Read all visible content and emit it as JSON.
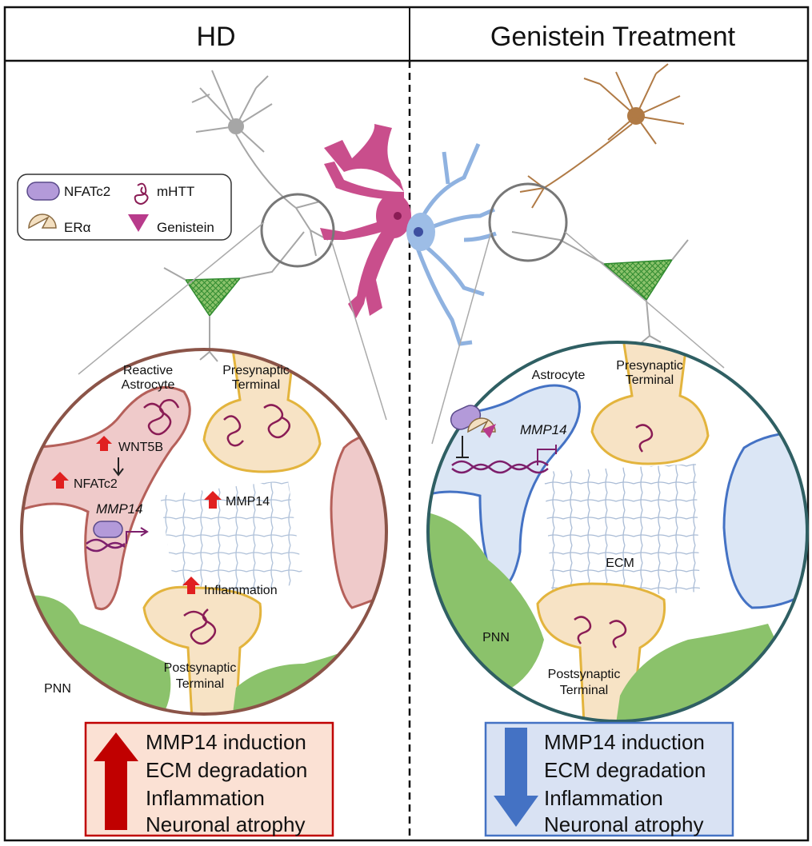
{
  "panels": {
    "left": {
      "title": "HD",
      "labels": {
        "reactive_astrocyte_1": "Reactive",
        "reactive_astrocyte_2": "Astrocyte",
        "presynaptic_1": "Presynaptic",
        "presynaptic_2": "Terminal",
        "postsynaptic_1": "Postsynaptic",
        "postsynaptic_2": "Terminal",
        "wnt5b": "WNT5B",
        "nfatc2": "NFATc2",
        "mmp14_gene": "MMP14",
        "mmp14": "MMP14",
        "inflammation": "Inflammation",
        "pnn": "PNN"
      },
      "summary": [
        "MMP14 induction",
        "ECM degradation",
        "Inflammation",
        "Neuronal atrophy"
      ],
      "summary_direction": "up",
      "arrow_color": "#c00000",
      "box_fill": "#fbe1d4",
      "box_border": "#c00000",
      "circle_border": "#8b5448"
    },
    "right": {
      "title": "Genistein Treatment",
      "labels": {
        "astrocyte": "Astrocyte",
        "presynaptic_1": "Presynaptic",
        "presynaptic_2": "Terminal",
        "postsynaptic_1": "Postsynaptic",
        "postsynaptic_2": "Terminal",
        "mmp14_gene": "MMP14",
        "ecm": "ECM",
        "pnn": "PNN"
      },
      "summary": [
        "MMP14 induction",
        "ECM degradation",
        "Inflammation",
        "Neuronal atrophy"
      ],
      "summary_direction": "down",
      "arrow_color": "#4472c4",
      "box_fill": "#d9e2f3",
      "box_border": "#4472c4",
      "circle_border": "#2f5f63"
    }
  },
  "legend": {
    "nfatc2": "NFATc2",
    "mhtt": "mHTT",
    "era": "ERα",
    "genistein": "Genistein"
  },
  "colors": {
    "astrocyte_hd": "#c94e8c",
    "astrocyte_treated": "#9dbde6",
    "neuron_hd": "#a6a6a6",
    "neuron_treated": "#b07a45",
    "pnn": "#8bc26b",
    "mhtt": "#8a1c55",
    "nfatc2": "#b39ad9",
    "genistein": "#b83b8b",
    "era": "#f3dfc0"
  }
}
